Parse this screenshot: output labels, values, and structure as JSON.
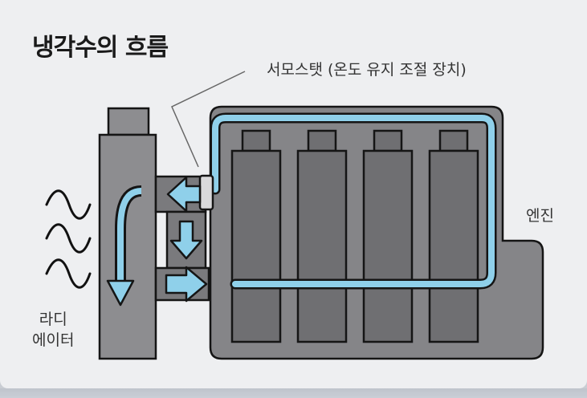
{
  "title": "냉각수의 흐름",
  "labels": {
    "thermostat": "서모스탯 (온도 유지 조절 장치)",
    "engine": "엔진",
    "radiator_line1": "라디",
    "radiator_line2": "에이터"
  },
  "icons": [
    "airflow-wave-icon",
    "coolant-arrow-icon"
  ],
  "colors": {
    "background": "#eeeff1",
    "coolant": "#8fd0ea",
    "engine_block": "#848487",
    "cylinder": "#6f6f72",
    "outline": "#151515"
  }
}
